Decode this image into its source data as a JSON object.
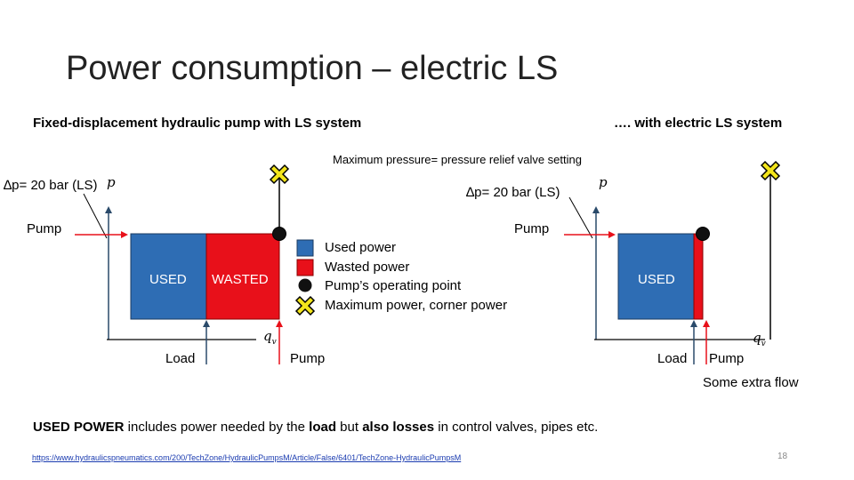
{
  "title": "Power consumption – electric LS",
  "left_heading": "Fixed-displacement hydraulic pump with LS system",
  "right_heading": "…. with electric LS system",
  "max_pressure_note": "Maximum pressure= pressure relief valve setting",
  "left_diagram": {
    "dp_label": "∆p= 20 bar (LS)",
    "p_axis": "p",
    "q_axis": "q",
    "q_subscript": "v",
    "pump_label": "Pump",
    "used_label": "USED",
    "wasted_label": "WASTED",
    "load_label": "Load",
    "pump_flow_label": "Pump"
  },
  "right_diagram": {
    "dp_label": "∆p= 20 bar (LS)",
    "p_axis": "p",
    "q_axis": "q",
    "q_subscript": "v",
    "pump_label": "Pump",
    "used_label": "USED",
    "load_label": "Load",
    "pump_flow_label": "Pump",
    "extra_flow_label": "Some extra flow"
  },
  "legend": [
    {
      "label": "Used power",
      "symbol": "blue-square",
      "color": "#2e6db4"
    },
    {
      "label": "Wasted power",
      "symbol": "red-square",
      "color": "#e8101a"
    },
    {
      "label": "Pump’s operating point",
      "symbol": "black-dot",
      "color": "#111111"
    },
    {
      "label": "Maximum power, corner power",
      "symbol": "yellow-cross",
      "color": "#f3e51b"
    }
  ],
  "footer": {
    "used_power_bold": "USED POWER",
    "text_1": " includes power needed by the ",
    "load_bold": "load",
    "text_2": " but ",
    "also_bold": "also losses",
    "text_3": " in control valves, pipes etc."
  },
  "source_link": "https://www.hydraulicspneumatics.com/200/TechZone/HydraulicPumpsM/Article/False/6401/TechZone-HydraulicPumpsM",
  "page_number": "18",
  "colors": {
    "used": "#2e6db4",
    "wasted": "#e8101a",
    "axis_arrow": "#2a4a6a",
    "pump_arrow": "#e8101a",
    "cross_fill": "#f3e51b"
  }
}
